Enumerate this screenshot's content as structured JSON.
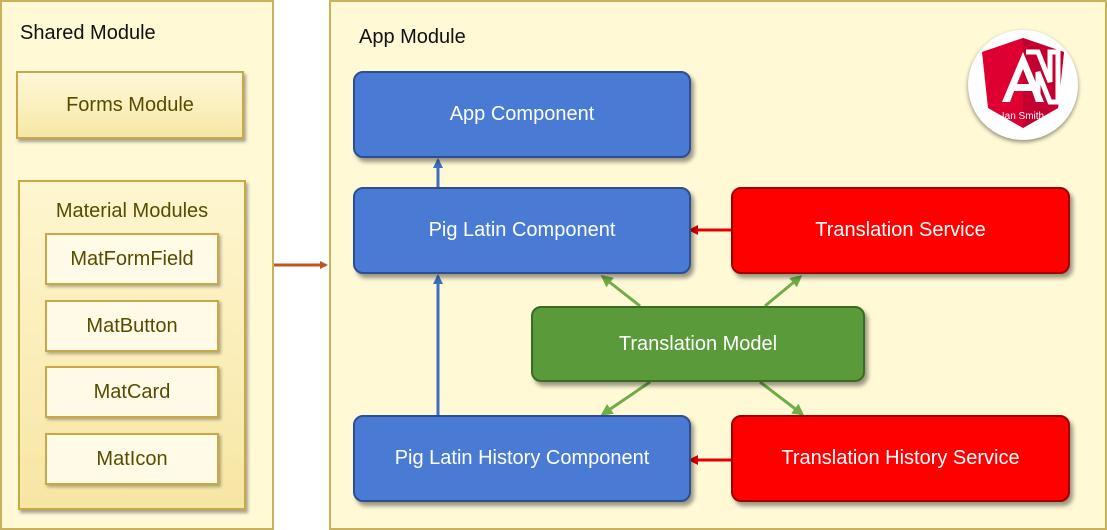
{
  "shared_module": {
    "title": "Shared Module",
    "forms_module": "Forms Module",
    "material": {
      "title": "Material Modules",
      "items": [
        "MatFormField",
        "MatButton",
        "MatCard",
        "MatIcon"
      ]
    }
  },
  "app_module": {
    "title": "App Module",
    "app_component": "App Component",
    "pig_latin_component": "Pig Latin Component",
    "translation_service": "Translation Service",
    "translation_model": "Translation Model",
    "pig_latin_history_component": "Pig Latin History Component",
    "translation_history_service": "Translation History Service"
  },
  "logo": {
    "letters": "AN",
    "caption": "Ian Smith"
  },
  "colors": {
    "component_blue": "#4a7bd4",
    "service_red": "#ff0000",
    "model_green": "#5a9a3a",
    "module_panel": "#fff9d6",
    "import_arrow": "#c0561a"
  }
}
